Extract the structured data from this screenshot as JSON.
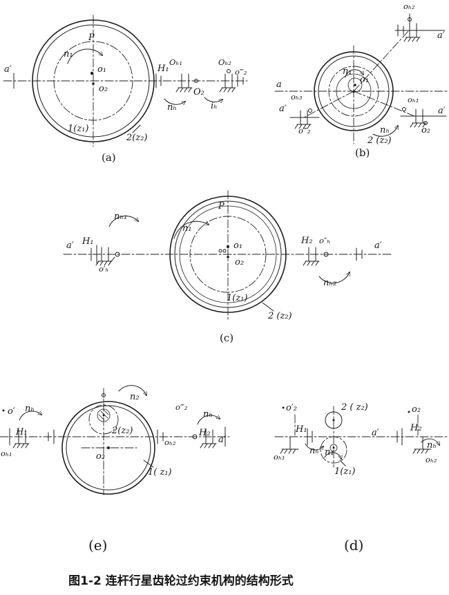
{
  "figure_caption": "图1-2 连杆行星齿轮过约束机构的结构形式",
  "a": {
    "tag": "(a)",
    "P": "P",
    "n1": "n₁",
    "o1": "o₁",
    "o2": "o₂",
    "a_left": "a′",
    "H1": "H₁",
    "OH1": "Oₕ₁",
    "O2": "O₂",
    "OH2": "Oₕ₂",
    "o3p2": "o‴₂",
    "nH": "nₕ",
    "iH": "iₕ",
    "gear1": "1(z₁)",
    "gear2": "2(z₂)"
  },
  "b": {
    "tag": "(b)",
    "oH2": "oₕ₂",
    "a_top": "a′",
    "a_left": "a",
    "oH3": "oₕ₃",
    "a_left2": "a′",
    "o3p2": "o‴₂",
    "n1": "n₁",
    "o1": "o₁",
    "oH1": "oₕ₁",
    "a_right": "a′",
    "o2": "o₂",
    "nH": "nₕ",
    "gear2": "2 (z₂)"
  },
  "c": {
    "tag": "(c)",
    "P": "P",
    "n1": "n₁",
    "o1": "o₁",
    "o2": "o₂",
    "a_left": "a′",
    "H1": "H₁",
    "opH": "o′ₕ",
    "nH1": "nₕ₁",
    "H2": "H₂",
    "oppH": "o″ₕ",
    "a_right": "a′",
    "nH2": "nₕ₂",
    "gear1": "1(z₁)",
    "gear2": "2 (z₂)"
  },
  "e": {
    "tag": "(e)",
    "op": "o′",
    "nH_left": "nₕ",
    "H1": "H₁",
    "oH1": "oₕ₁",
    "n2": "n₂",
    "gear2": "2(z₂)",
    "o2": "o₂",
    "o3p2": "o‴₂",
    "nH_right": "nₕ",
    "H2": "H₂",
    "oH2": "oₕ₂",
    "a_right": "a′",
    "gear1": "1( z₁)"
  },
  "d": {
    "tag": "(d)",
    "gear2": "2 ( z₂)",
    "op2": "o′₂",
    "o2": "o₂",
    "H1": "H₁",
    "H2": "H₂",
    "n1": "n₁",
    "nH_left": "nₕ",
    "nH_right": "nₕ",
    "a": "a′",
    "oH1": "oₕ₁",
    "oH2": "oₕ₂",
    "gear1": "1(z₁)"
  }
}
